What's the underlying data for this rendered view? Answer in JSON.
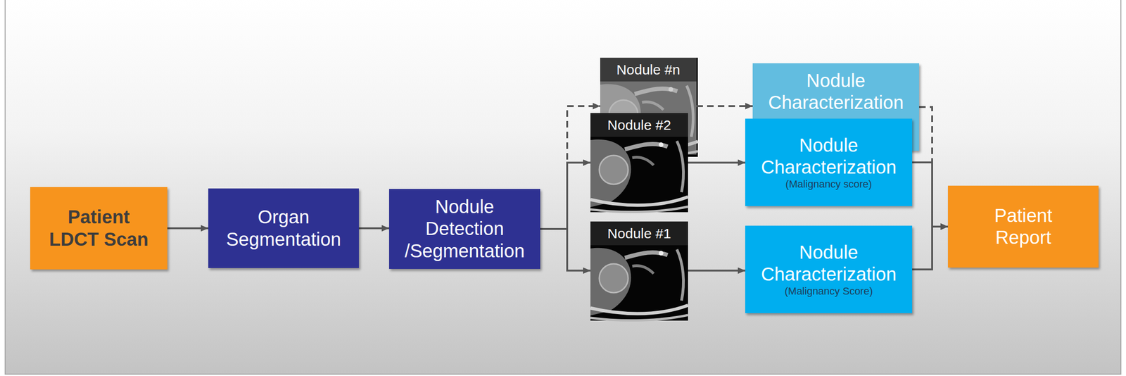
{
  "diagram": {
    "nodes": [
      {
        "text": [
          "Patient LDCT Scan"
        ]
      },
      {
        "text": [
          "Organ Segmentation"
        ]
      },
      {
        "text": [
          "Nodule Detection /Segmentation"
        ]
      },
      {
        "text": [
          "Nodule #n"
        ]
      },
      {
        "text": [
          "Nodule #2"
        ]
      },
      {
        "text": [
          "Nodule #1"
        ]
      },
      {
        "text": [
          "Nodule Characterization"
        ]
      },
      {
        "text": [
          "Nodule Characterization",
          "(Malignancy score)"
        ]
      },
      {
        "text": [
          "Nodule Characterization",
          "(Malignancy Score)"
        ]
      },
      {
        "text": [
          "Patient Report"
        ]
      }
    ],
    "edges": [
      {
        "from": 0,
        "to": 1,
        "arrow": "to"
      },
      {
        "from": 1,
        "to": 2,
        "arrow": "to"
      },
      {
        "from": 2,
        "to": 3,
        "arrow": "to"
      },
      {
        "from": 2,
        "to": 4,
        "arrow": "to"
      },
      {
        "from": 2,
        "to": 5,
        "arrow": "to"
      },
      {
        "from": 3,
        "to": 6,
        "arrow": "to"
      },
      {
        "from": 4,
        "to": 7,
        "arrow": "to"
      },
      {
        "from": 5,
        "to": 8,
        "arrow": "to"
      },
      {
        "from": 6,
        "to": 9,
        "arrow": "to"
      },
      {
        "from": 7,
        "to": 9,
        "arrow": "to"
      },
      {
        "from": 8,
        "to": 9,
        "arrow": "to"
      }
    ]
  }
}
